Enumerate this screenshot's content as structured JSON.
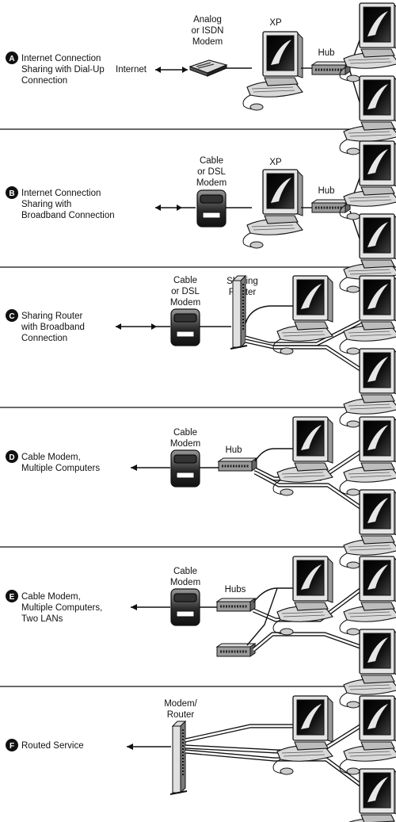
{
  "panels": [
    {
      "letter": "A",
      "caption": [
        "Internet Connection",
        "Sharing with Dial-Up",
        "Connection"
      ],
      "labels": {
        "internet": "Internet",
        "modem": [
          "Analog",
          "or ISDN",
          "Modem"
        ],
        "host": "XP",
        "hub": "Hub"
      }
    },
    {
      "letter": "B",
      "caption": [
        "Internet Connection",
        "Sharing with",
        "Broadband Connection"
      ],
      "labels": {
        "modem": [
          "Cable",
          "or DSL",
          "Modem"
        ],
        "host": "XP",
        "hub": "Hub"
      }
    },
    {
      "letter": "C",
      "caption": [
        "Sharing Router",
        "with Broadband",
        "Connection"
      ],
      "labels": {
        "modem": [
          "Cable",
          "or DSL",
          "Modem"
        ],
        "router": [
          "Sharing",
          "Router"
        ]
      }
    },
    {
      "letter": "D",
      "caption": [
        "Cable Modem,",
        "Multiple Computers"
      ],
      "labels": {
        "modem": [
          "Cable",
          "Modem"
        ],
        "hub": "Hub"
      }
    },
    {
      "letter": "E",
      "caption": [
        "Cable Modem,",
        "Multiple Computers,",
        "Two LANs"
      ],
      "labels": {
        "modem": [
          "Cable",
          "Modem"
        ],
        "hub": "Hubs"
      }
    },
    {
      "letter": "F",
      "caption": [
        "Routed Service"
      ],
      "labels": {
        "router": [
          "Modem/",
          "Router"
        ]
      }
    }
  ]
}
